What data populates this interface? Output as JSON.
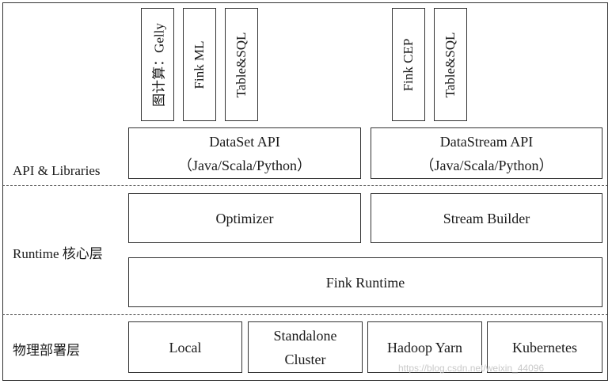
{
  "layers": {
    "api": {
      "label": "API & Libraries",
      "libraries": [
        "图计算：Gelly",
        "Fink ML",
        "Table&SQL",
        "Fink CEP",
        "Table&SQL"
      ],
      "dataset_title": "DataSet API",
      "dataset_langs": "（Java/Scala/Python）",
      "datastream_title": "DataStream API",
      "datastream_langs": "（Java/Scala/Python）"
    },
    "runtime": {
      "label": "Runtime 核心层",
      "optimizer": "Optimizer",
      "stream_builder": "Stream Builder",
      "fink_runtime": "Fink Runtime"
    },
    "deploy": {
      "label": "物理部署层",
      "local": "Local",
      "standalone_line1": "Standalone",
      "standalone_line2": "Cluster",
      "hadoop_yarn": "Hadoop Yarn",
      "kubernetes": "Kubernetes"
    }
  },
  "watermark": "https://blog.csdn.net/weixin_44096"
}
